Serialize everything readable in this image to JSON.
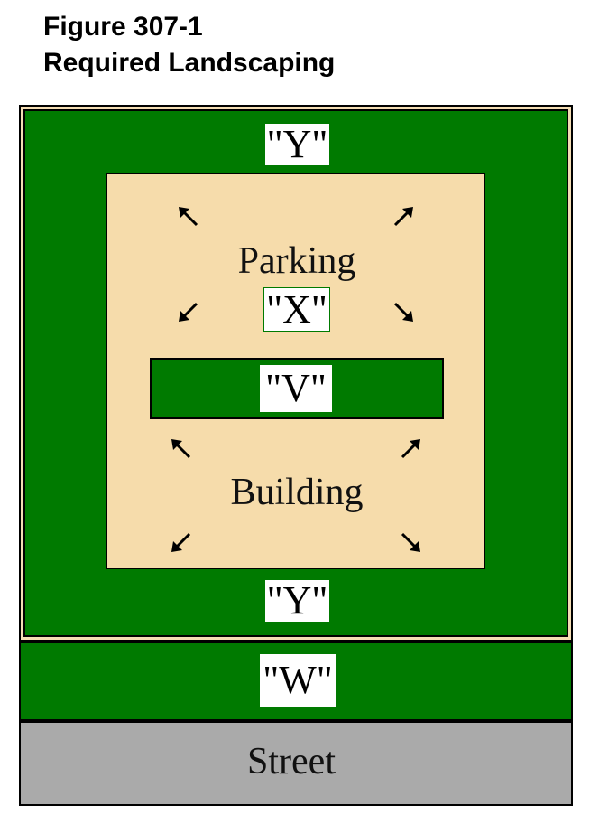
{
  "figure": {
    "number": "Figure 307-1",
    "title": "Required Landscaping"
  },
  "areas": {
    "parking": "Parking",
    "building": "Building",
    "street": "Street"
  },
  "labels": {
    "y_top": "\"Y\"",
    "x": "\"X\"",
    "v": "\"V\"",
    "y_bottom": "\"Y\"",
    "w": "\"W\""
  },
  "colors": {
    "landscape_green": "#007a00",
    "pavement_tan": "#f6dcab",
    "street_gray": "#aaaaaa",
    "outline": "#000000"
  }
}
